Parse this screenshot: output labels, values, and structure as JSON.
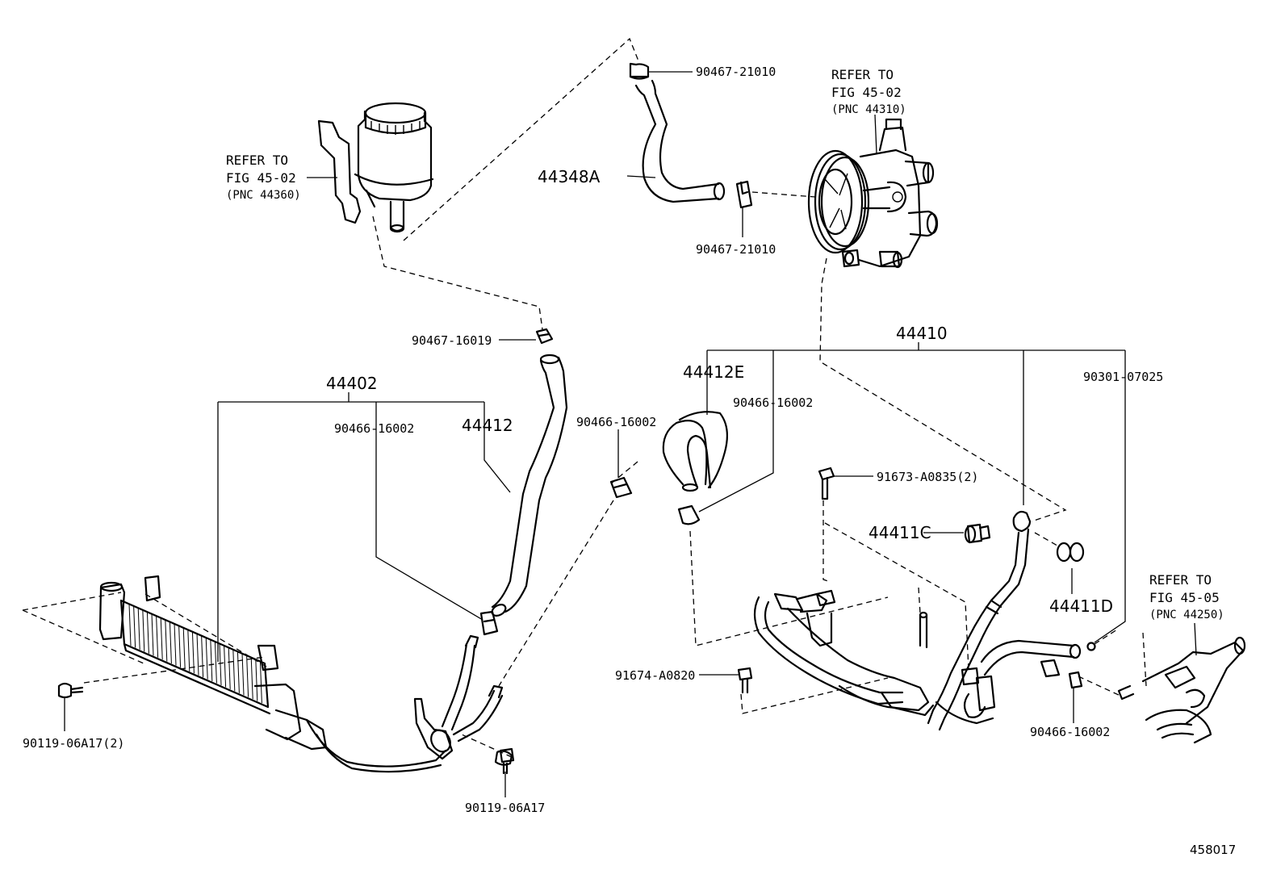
{
  "catalog_number": "458017",
  "callouts": {
    "reservoir": {
      "line1": "REFER TO",
      "line2": "FIG 45-02",
      "line3": "(PNC 44360)"
    },
    "pump": {
      "line1": "REFER TO",
      "line2": "FIG 45-02",
      "line3": "(PNC 44310)"
    },
    "gear": {
      "line1": "REFER TO",
      "line2": "FIG 45-05",
      "line3": "(PNC 44250)"
    }
  },
  "labels": {
    "clamp_top": "90467-21010",
    "hose_suction": "44348A",
    "clamp_pump": "90467-21010",
    "clamp_reservoir": "90467-16019",
    "cooler_assy": "44402",
    "clip_cooler": "90466-16002",
    "hose_return": "44412",
    "clip_mid": "90466-16002",
    "tube_assy": "44410",
    "hose_e": "44412E",
    "clip_e": "90466-16002",
    "gasket": "90301-07025",
    "bolt_top": "91673-A0835(2)",
    "union_bolt": "44411C",
    "gasket_d": "44411D",
    "bolt_mid": "91674-A0820",
    "clip_gear": "90466-16002",
    "bolt_cooler": "90119-06A17(2)",
    "bolt_bracket": "90119-06A17"
  }
}
